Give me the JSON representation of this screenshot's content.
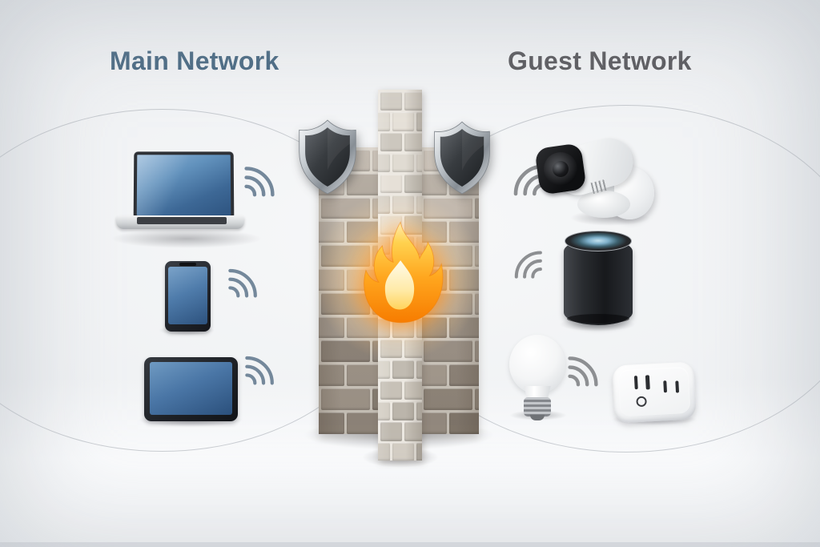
{
  "zones": {
    "main": {
      "label": "Main Network",
      "label_color": "#4a6a83",
      "devices": [
        {
          "icon": "laptop-icon",
          "label": "Laptop"
        },
        {
          "icon": "smartphone-icon",
          "label": "Smartphone"
        },
        {
          "icon": "tablet-icon",
          "label": "Tablet"
        }
      ],
      "wifi_signal_color": "#74889b"
    },
    "guest": {
      "label": "Guest Network",
      "label_color": "#5a5a5e",
      "devices": [
        {
          "icon": "security-camera-icon",
          "label": "Security camera"
        },
        {
          "icon": "smart-speaker-icon",
          "label": "Smart speaker"
        },
        {
          "icon": "smart-bulb-icon",
          "label": "Smart bulb"
        },
        {
          "icon": "smart-plug-icon",
          "label": "Smart plug"
        }
      ],
      "wifi_signal_color": "#8d8f92"
    }
  },
  "firewall": {
    "icons": [
      "brick-wall-icon",
      "shield-icon",
      "shield-icon",
      "flame-icon"
    ],
    "colors": {
      "flame_outer": "#ff9d1e",
      "flame_inner": "#fff3cf",
      "flame_glow": "#ff8a00",
      "shield_face": "#2c3034",
      "shield_rim": "#c9ced3",
      "wall_brick_top": "#beb5aa",
      "wall_brick_bottom": "#948a7e",
      "wall_column_top": "#ddd8cf",
      "wall_column_bottom": "#c6c0b6"
    }
  }
}
